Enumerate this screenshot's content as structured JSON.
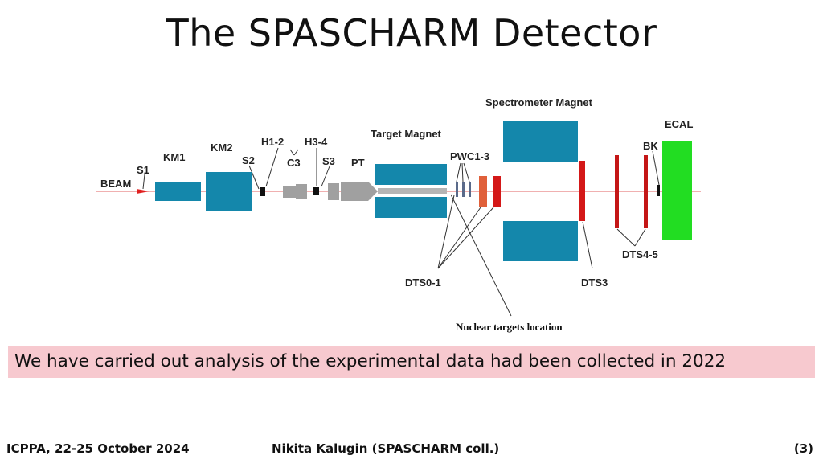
{
  "slide": {
    "title": "The SPASCHARM Detector",
    "banner": "We have carried out analysis of the experimental data had been collected in 2022",
    "footer": {
      "left": "ICPPA, 22-25 October 2024",
      "center": "Nikita Kalugin (SPASCHARM coll.)",
      "right": "(3)"
    }
  },
  "diagram": {
    "labels": {
      "beam": "BEAM",
      "s1": "S1",
      "km1": "KM1",
      "km2": "KM2",
      "s2": "S2",
      "h12": "H1-2",
      "c3": "C3",
      "h34": "H3-4",
      "s3": "S3",
      "pt": "PT",
      "target_magnet": "Target Magnet",
      "pwc": "PWC1-3",
      "spectrometer_magnet": "Spectrometer Magnet",
      "bk": "BK",
      "ecal": "ECAL",
      "dts01": "DTS0-1",
      "dts3": "DTS3",
      "dts45": "DTS4-5",
      "nuclear_targets": "Nuclear targets location"
    },
    "colors": {
      "magnet": "#1487ab",
      "beamline": "#e06060",
      "gray": "#a0a0a0",
      "red_plane": "#d41818",
      "orange_plane": "#e0603a",
      "ecal": "#22dd22",
      "pwc": "#5a6a8a"
    }
  }
}
